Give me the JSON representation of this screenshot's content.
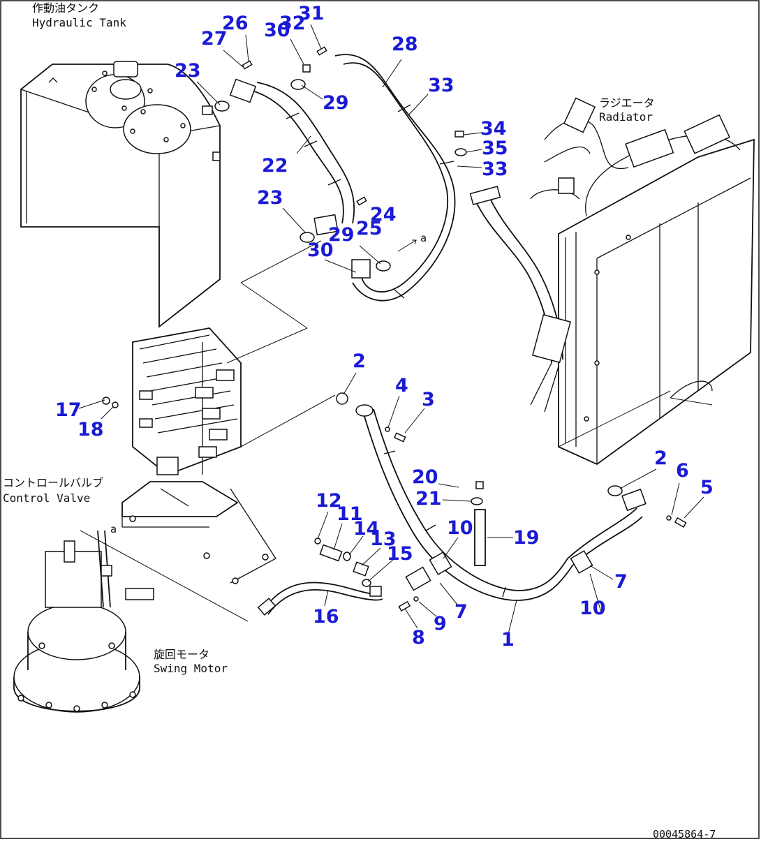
{
  "components": {
    "hydraulic_tank": {
      "jp": "作動油タンク",
      "en": "Hydraulic Tank"
    },
    "radiator": {
      "jp": "ラジエータ",
      "en": "Radiator"
    },
    "control_valve": {
      "jp": "コントロールバルブ",
      "en": "Control Valve"
    },
    "swing_motor": {
      "jp": "旋回モータ",
      "en": "Swing Motor"
    }
  },
  "callouts": {
    "n26": "26",
    "n27": "27",
    "n31": "31",
    "n32": "32",
    "n30a": "30",
    "n28": "28",
    "n33a": "33",
    "n23a": "23",
    "n29a": "29",
    "n22": "22",
    "n34": "34",
    "n35": "35",
    "n33b": "33",
    "n23b": "23",
    "n24": "24",
    "n25": "25",
    "n29b": "29",
    "n30b": "30",
    "n2a": "2",
    "n4": "4",
    "n3": "3",
    "n17": "17",
    "n18": "18",
    "n20": "20",
    "n21": "21",
    "n2b": "2",
    "n6": "6",
    "n5": "5",
    "n12": "12",
    "n11": "11",
    "n14": "14",
    "n13": "13",
    "n15": "15",
    "n10a": "10",
    "n19": "19",
    "n7a": "7",
    "n10b": "10",
    "n7b": "7",
    "n9": "9",
    "n8": "8",
    "n16": "16",
    "n1": "1"
  },
  "refs": {
    "a1": "a",
    "a2": "a"
  },
  "drawing_code": "00045864-7"
}
